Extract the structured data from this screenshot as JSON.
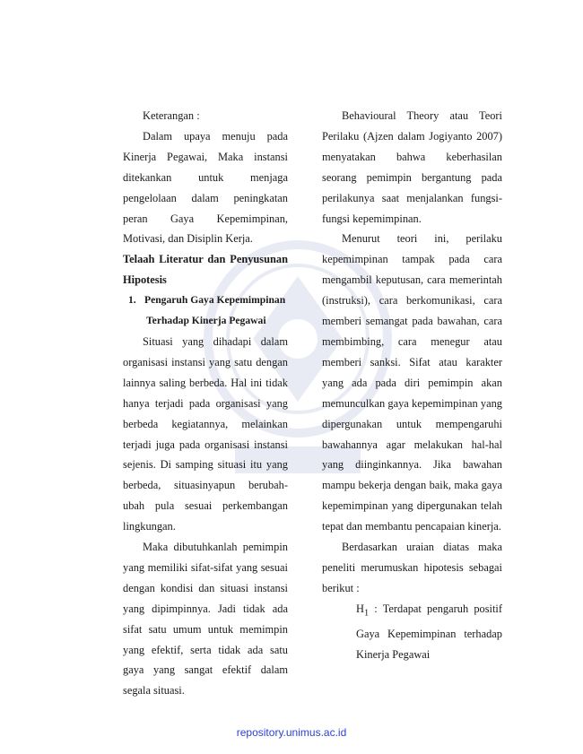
{
  "watermark": {
    "icon": "university-seal-icon"
  },
  "left": {
    "keterangan": "Keterangan :",
    "p1": "Dalam upaya menuju pada Kinerja Pegawai, Maka instansi ditekankan untuk menjaga pengelolaan dalam peningkatan peran Gaya Kepemimpinan, Motivasi, dan Disiplin Kerja.",
    "heading": "Telaah Literatur dan Penyusunan Hipotesis",
    "sub_num": "1.",
    "sub_line1": "Pengaruh Gaya Kepemimpinan",
    "sub_line2": "Terhadap Kinerja Pegawai",
    "p2": "Situasi yang dihadapi dalam organisasi instansi yang satu dengan lainnya saling berbeda. Hal ini tidak hanya terjadi pada organisasi yang berbeda kegiatannya, melainkan terjadi juga pada organisasi instansi sejenis. Di samping situasi itu yang berbeda, situasinyapun berubah-ubah pula sesuai perkembangan lingkungan.",
    "p3": "Maka dibutuhkanlah pemimpin yang memiliki sifat-sifat yang sesuai dengan kondisi dan situasi instansi yang dipimpinnya. Jadi tidak ada sifat satu umum untuk memimpin yang efektif, serta tidak ada satu gaya yang sangat efektif dalam segala situasi."
  },
  "right": {
    "p1": "Behavioural Theory atau Teori Perilaku (Ajzen dalam Jogiyanto 2007) menyatakan bahwa keberhasilan seorang pemimpin bergantung pada perilakunya saat menjalankan fungsi-fungsi kepemimpinan.",
    "p2": "Menurut teori ini, perilaku kepemimpinan tampak pada cara mengambil keputusan, cara memerintah (instruksi), cara berkomunikasi, cara memberi semangat pada bawahan, cara membimbing, cara menegur atau memberi sanksi. Sifat atau karakter yang ada pada diri pemimpin akan memunculkan gaya kepemimpinan yang dipergunakan untuk mempengaruhi bawahannya agar melakukan hal-hal yang diinginkannya. Jika bawahan mampu bekerja dengan baik, maka gaya kepemimpinan yang dipergunakan telah tepat dan membantu pencapaian kinerja.",
    "p3": "Berdasarkan uraian diatas maka peneliti merumuskan hipotesis sebagai berikut :",
    "hyp_label": "H",
    "hyp_sub": "1",
    "hyp_text": " : Terdapat pengaruh positif Gaya Kepemimpinan terhadap Kinerja Pegawai"
  },
  "footer": {
    "link": "repository.unimus.ac.id"
  },
  "colors": {
    "footer_link": "#2a3fd6",
    "text": "#1a1a1a"
  }
}
